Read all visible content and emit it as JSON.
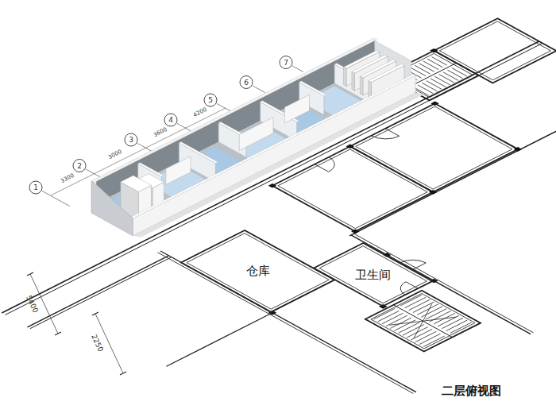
{
  "diagram": {
    "caption": "二层俯视图",
    "nodes": [
      {
        "text": [
          "仓库"
        ]
      },
      {
        "text": [
          "卫生间"
        ]
      }
    ],
    "labels": [
      "1",
      "2",
      "3",
      "4",
      "5",
      "6",
      "7",
      "3300",
      "3000",
      "3600",
      "4200",
      "5400",
      "2250"
    ]
  }
}
